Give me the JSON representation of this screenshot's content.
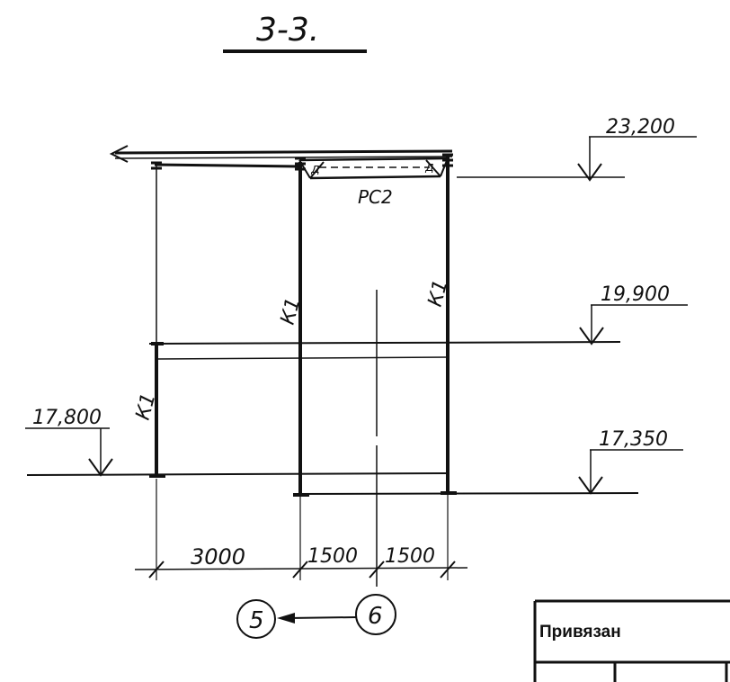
{
  "section_title": "3-3.",
  "elevations": {
    "top": "23,200",
    "mid": "19,900",
    "lower_right": "17,350",
    "lower_left": "17,800"
  },
  "member_labels": {
    "truss": "РС2",
    "column_left": "К1",
    "column_mid": "К1",
    "column_right": "К1",
    "truss_end_left": "д",
    "truss_end_right": "д"
  },
  "dimensions": [
    "3000",
    "1500",
    "1500"
  ],
  "axes": {
    "left": "5",
    "right": "6"
  },
  "stamp": {
    "label": "Привязан"
  }
}
